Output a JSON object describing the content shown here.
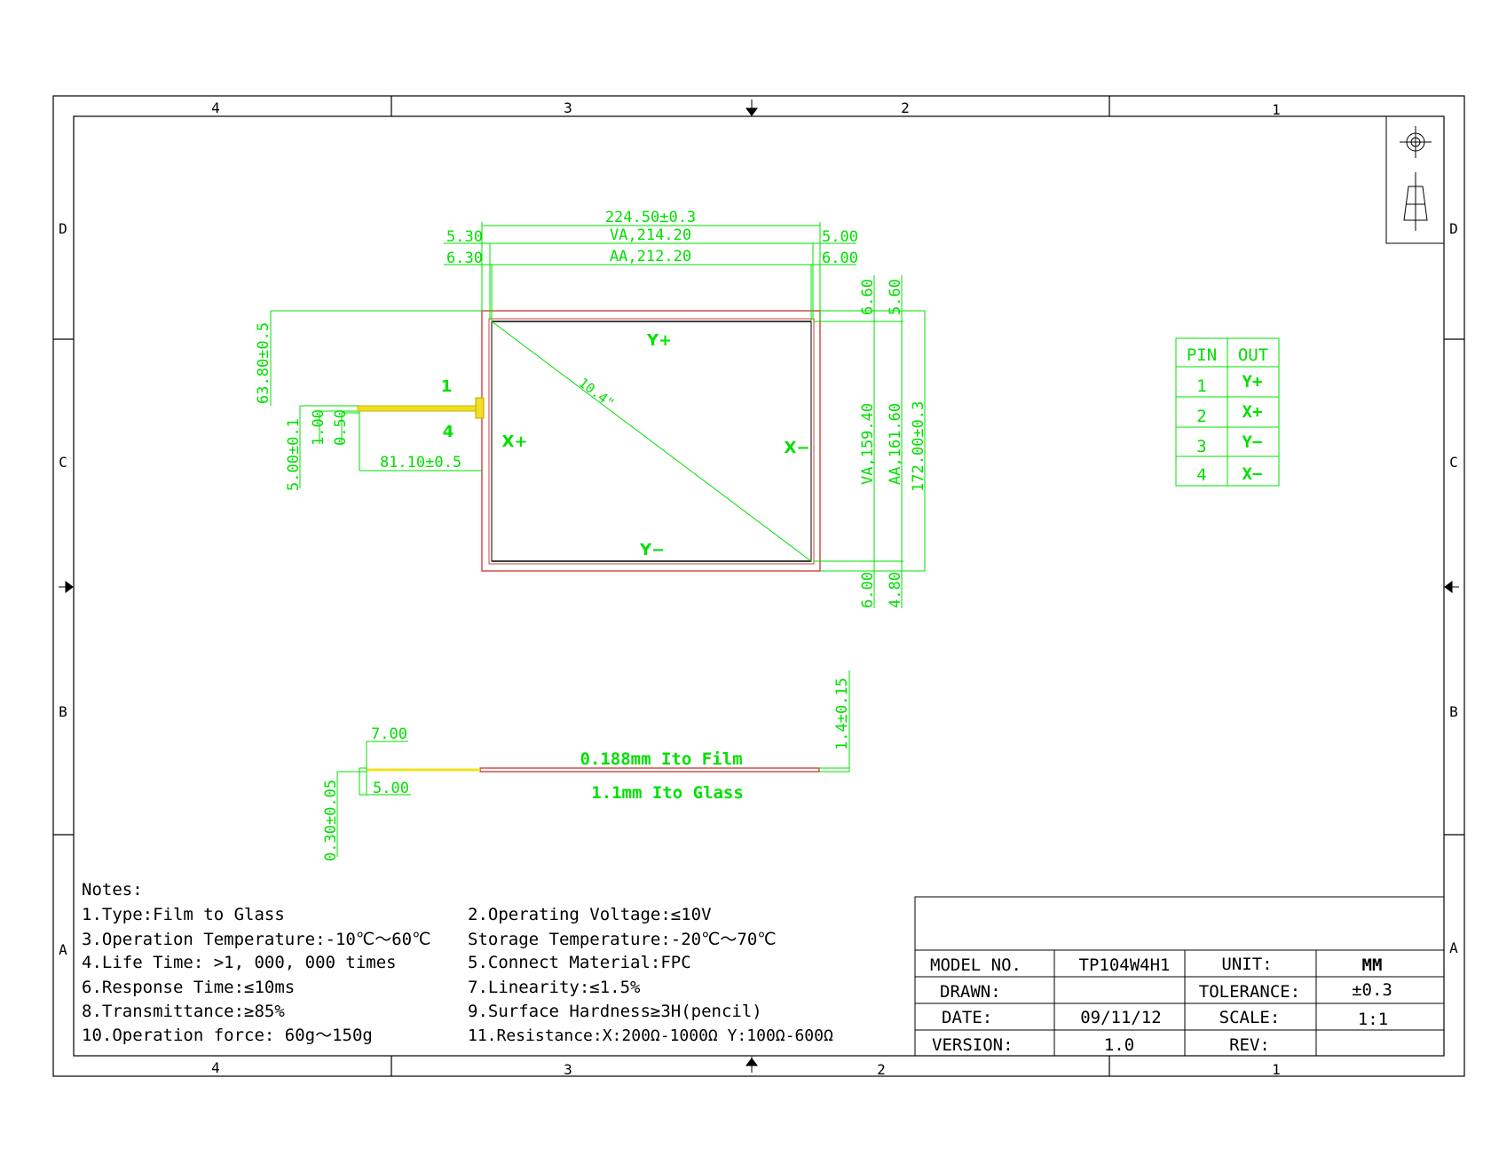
{
  "frame": {
    "zone_numbers_top": [
      "4",
      "3",
      "2",
      "1"
    ],
    "zone_numbers_bottom": [
      "4",
      "3",
      "2",
      "1"
    ],
    "zone_letters_left": [
      "D",
      "C",
      "B",
      "A"
    ],
    "zone_letters_right": [
      "D",
      "C",
      "B",
      "A"
    ]
  },
  "front_view": {
    "overall_width": "224.50±0.3",
    "va_width": "VA,214.20",
    "aa_width": "AA,212.20",
    "left_va_offset": "5.30",
    "left_aa_offset": "6.30",
    "right_va_offset": "5.00",
    "right_aa_offset": "6.00",
    "top_aa_offset": "6.60",
    "top_va_offset": "5.60",
    "bottom_aa_offset": "6.00",
    "bottom_va_offset": "4.80",
    "va_height": "VA,159.40",
    "aa_height": "AA,161.60",
    "overall_height": "172.00±0.3",
    "fpc_offset": "63.80±0.5",
    "fpc_width": "5.00±0.1",
    "fpc_pitch": "1.00",
    "fpc_lead": "0.50",
    "fpc_length": "81.10±0.5",
    "pin1_label": "1",
    "pin4_label": "4",
    "edge_top": "Y+",
    "edge_bottom": "Y−",
    "edge_left": "X+",
    "edge_right": "X−",
    "diagonal": "10.4\""
  },
  "pin_table": {
    "headers": [
      "PIN",
      "OUT"
    ],
    "rows": [
      [
        "1",
        "Y+"
      ],
      [
        "2",
        "X+"
      ],
      [
        "3",
        "Y−"
      ],
      [
        "4",
        "X−"
      ]
    ]
  },
  "side_view": {
    "fpc_length": "7.00",
    "fpc_stiffener": "5.00",
    "fpc_thickness": "0.30±0.05",
    "total_thickness": "1.4±0.15",
    "film_label": "0.188mm Ito Film",
    "glass_label": "1.1mm Ito Glass"
  },
  "notes": {
    "title": "Notes:",
    "left": [
      "1.Type:Film to Glass",
      "3.Operation Temperature:-10℃～60℃",
      "4.Life Time: >1, 000, 000 times",
      "6.Response Time:≤10ms",
      "8.Transmittance:≥85%",
      "10.Operation force: 60g～150g"
    ],
    "right": [
      "2.Operating Voltage:≤10V",
      "Storage Temperature:-20℃～70℃",
      "5.Connect Material:FPC",
      "7.Linearity:≤1.5%",
      "9.Surface Hardness≥3H(pencil)",
      "11.Resistance:X:200Ω-1000Ω  Y:100Ω-600Ω"
    ]
  },
  "title_block": {
    "model_label": "MODEL NO.",
    "model_value": "TP104W4H1",
    "unit_label": "UNIT:",
    "unit_value": "MM",
    "drawn_label": "DRAWN:",
    "drawn_value": "",
    "tolerance_label": "TOLERANCE:",
    "tolerance_value": "±0.3",
    "date_label": "DATE:",
    "date_value": "09/11/12",
    "scale_label": "SCALE:",
    "scale_value": "1:1",
    "version_label": "VERSION:",
    "version_value": "1.0",
    "rev_label": "REV:",
    "rev_value": ""
  },
  "colors": {
    "dimension": "#00e000",
    "panel_outline": "#d04040",
    "fpc": "#f0e020",
    "frame": "#000000"
  },
  "icons": [
    "projection-target-icon",
    "projection-cone-icon"
  ]
}
